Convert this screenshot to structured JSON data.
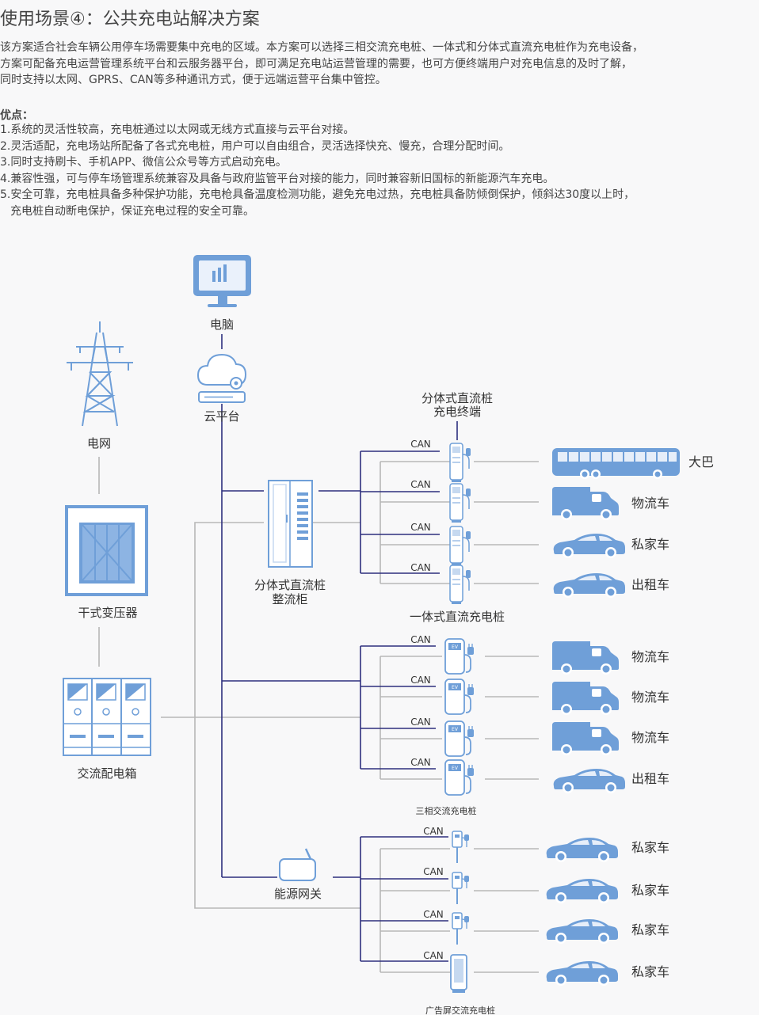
{
  "title": "使用场景④：公共充电站解决方案",
  "intro": [
    "该方案适合社会车辆公用停车场需要集中充电的区域。本方案可以选择三相交流充电桩、一体式和分体式直流充电桩作为充电设备，",
    "方案可配备充电运营管理系统平台和云服务器平台，即可满足充电站运营管理的需要，也可方便终端用户对充电信息的及时了解，",
    "同时支持以太网、GPRS、CAN等多种通讯方式，便于远端运营平台集中管控。"
  ],
  "advantages_title": "优点：",
  "advantages": [
    "1.系统的灵活性较高，充电桩通过以太网或无线方式直接与云平台对接。",
    "2.灵活适配，充电场站所配备了各式充电桩，用户可以自由组合，灵活选择快充、慢充，合理分配时间。",
    "3.同时支持刷卡、手机APP、微信公众号等方式启动充电。",
    "4.兼容性强，可与停车场管理系统兼容及具备与政府监管平台对接的能力，同时兼容新旧国标的新能源汽车充电。",
    "5.安全可靠，充电桩具备多种保护功能，充电枪具备温度检测功能，避免充电过热，充电桩具备防倾倒保护，倾斜达30度以上时，",
    "充电桩自动断电保护，保证充电过程的安全可靠。"
  ],
  "diagram": {
    "computer": "电脑",
    "cloud": "云平台",
    "grid": "电网",
    "transformer": "干式变压器",
    "ac_box": "交流配电箱",
    "gateway": "能源网关",
    "rectifier": [
      "分体式直流桩",
      "整流柜"
    ],
    "split_terminal": [
      "分体式直流桩",
      "充电终端"
    ],
    "integrated_dc": "一体式直流充电桩",
    "three_phase_ac": "三相交流充电桩",
    "ad_screen_ac": "广告屏交流充电桩",
    "can": "CAN",
    "group1_vehicles": [
      "大巴",
      "物流车",
      "私家车",
      "出租车"
    ],
    "group2_vehicles": [
      "物流车",
      "物流车",
      "物流车",
      "出租车"
    ],
    "group3_vehicles": [
      "私家车",
      "私家车",
      "私家车",
      "私家车"
    ],
    "colors": {
      "blue_line": "#2e2f7e",
      "gray_line": "#b7b7b7",
      "icon_blue": "#6f9fd8",
      "icon_light": "#c6d9f0"
    }
  }
}
